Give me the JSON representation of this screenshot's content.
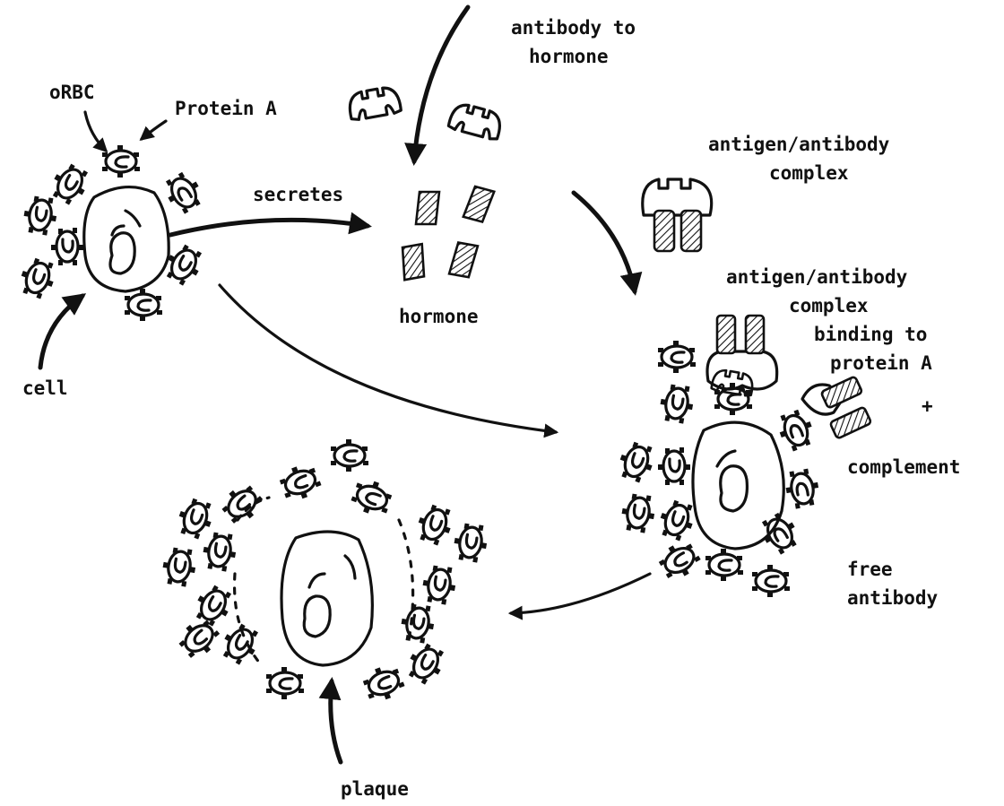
{
  "labels": {
    "oRBC": "oRBC",
    "protein_a": "Protein A",
    "cell": "cell",
    "secretes": "secretes",
    "hormone": "hormone",
    "antibody_line1": "antibody to",
    "antibody_line2": "hormone",
    "complex_line1": "antigen/antibody",
    "complex_line2": "complex",
    "binding_line1": "antigen/antibody",
    "binding_line2": "complex",
    "binding_line3": "binding to",
    "binding_line4": "protein A",
    "plus": "+",
    "complement": "complement",
    "free_line1": "free",
    "free_line2": "antibody",
    "plaque": "plaque"
  }
}
